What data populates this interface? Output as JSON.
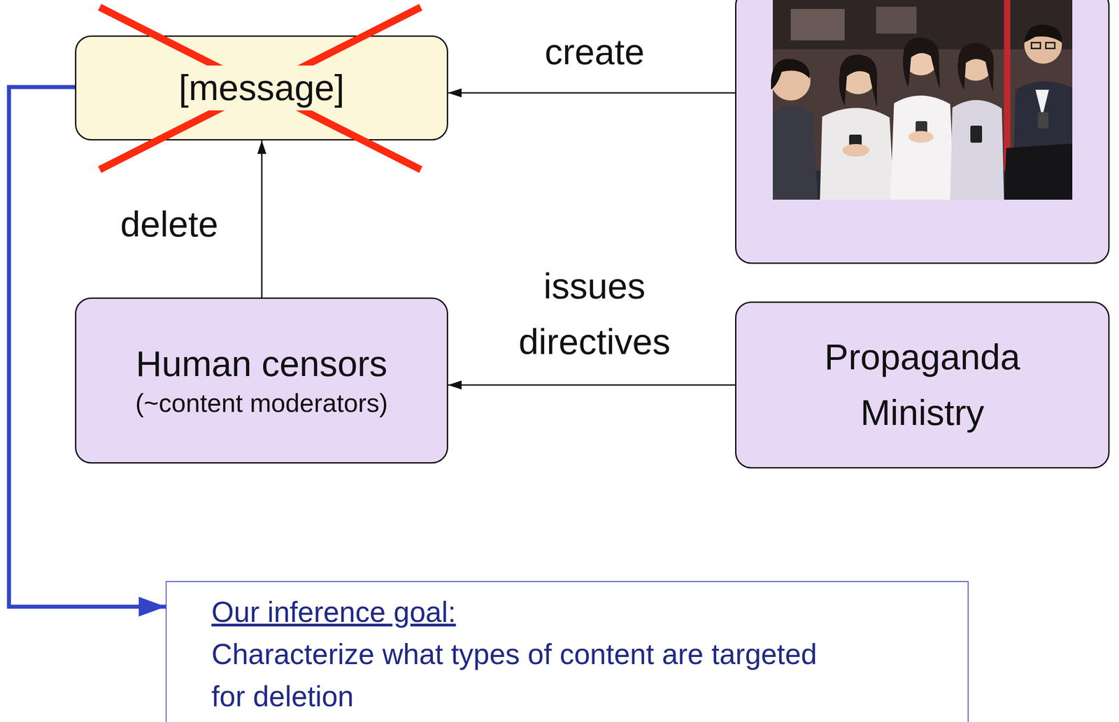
{
  "diagram": {
    "nodes": [
      {
        "text": [
          "[message]"
        ]
      },
      {
        "text": []
      },
      {
        "text": [
          "Human censors",
          "(~content moderators)"
        ]
      },
      {
        "text": [
          "Propaganda Ministry"
        ]
      },
      {
        "text": [
          "Our inference goal:",
          "Characterize what types of content are targeted for deletion"
        ]
      }
    ],
    "edges": [
      {
        "from": 1,
        "to": 0,
        "arrow": "to",
        "label": "create"
      },
      {
        "from": 2,
        "to": 0,
        "arrow": "to",
        "label": "delete"
      },
      {
        "from": 3,
        "to": 2,
        "arrow": "to",
        "label": "issues directives"
      },
      {
        "from": 0,
        "to": 4,
        "arrow": "to"
      }
    ]
  }
}
